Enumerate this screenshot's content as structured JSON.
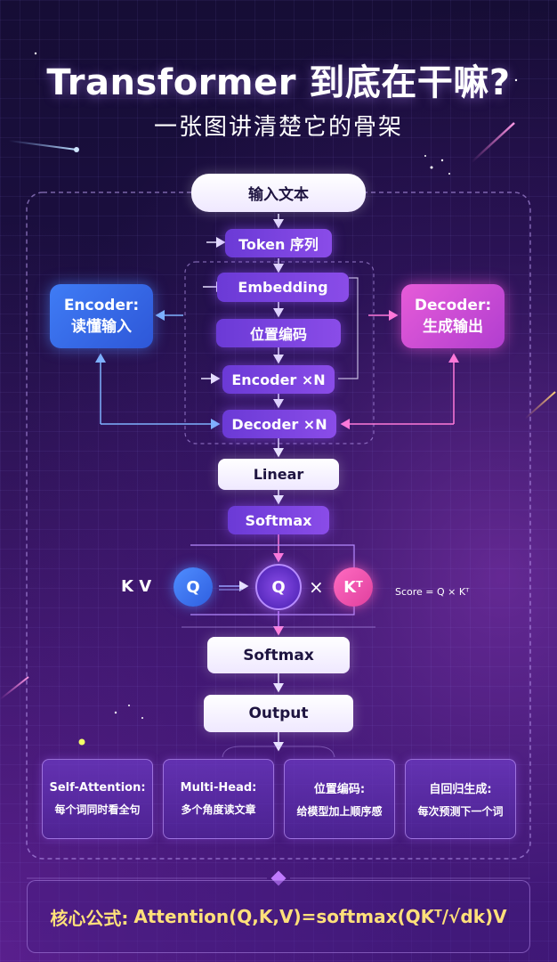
{
  "header": {
    "title": "Transformer 到底在干嘛?",
    "subtitle": "一张图讲清楚它的骨架"
  },
  "flow": {
    "input": "输入文本",
    "token": "Token 序列",
    "embedding": "Embedding",
    "position": "位置编码",
    "encoder_stack": "Encoder ×N",
    "decoder_stack": "Decoder ×N",
    "linear": "Linear",
    "softmax_top": "Softmax",
    "softmax_bottom": "Softmax",
    "output": "Output"
  },
  "side": {
    "encoder_label": "Encoder:",
    "encoder_desc": "读懂输入",
    "decoder_label": "Decoder:",
    "decoder_desc": "生成输出"
  },
  "attention": {
    "kv": "K V",
    "q_left": "Q",
    "q_center": "Q",
    "times": "×",
    "kt": "Kᵀ",
    "score": "Score = Q × Kᵀ"
  },
  "cards": [
    {
      "title": "Self-Attention:",
      "desc": "每个词同时看全句"
    },
    {
      "title": "Multi-Head:",
      "desc": "多个角度读文章"
    },
    {
      "title": "位置编码:",
      "desc": "给模型加上顺序感"
    },
    {
      "title": "自回归生成:",
      "desc": "每次预测下一个词"
    }
  ],
  "formula": {
    "label": "核心公式:",
    "expr": "Attention(Q,K,V)=softmax(QKᵀ/√dk)V"
  },
  "colors": {
    "accent_purple": "#7a44e0",
    "encoder_blue": "#3a6ff0",
    "decoder_pink": "#e14fd0",
    "formula_yellow": "#ffe07a"
  }
}
